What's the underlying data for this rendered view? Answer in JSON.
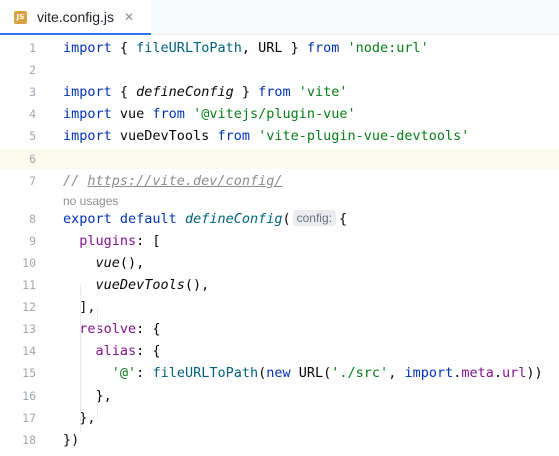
{
  "tab": {
    "icon": "js-file-icon",
    "icon_text": "JS",
    "title": "vite.config.js",
    "close": "✕"
  },
  "codevision": "no usages",
  "lines": [
    {
      "n": "1",
      "tokens": [
        [
          "kw",
          "import"
        ],
        [
          "p",
          " { "
        ],
        [
          "fn",
          "fileURLToPath"
        ],
        [
          "p",
          ", URL } "
        ],
        [
          "kw",
          "from"
        ],
        [
          "p",
          " "
        ],
        [
          "str",
          "'node:url'"
        ]
      ]
    },
    {
      "n": "2",
      "tokens": []
    },
    {
      "n": "3",
      "tokens": [
        [
          "kw",
          "import"
        ],
        [
          "p",
          " { "
        ],
        [
          "ident-i",
          "defineConfig"
        ],
        [
          "p",
          " } "
        ],
        [
          "kw",
          "from"
        ],
        [
          "p",
          " "
        ],
        [
          "str",
          "'vite'"
        ]
      ]
    },
    {
      "n": "4",
      "tokens": [
        [
          "kw",
          "import"
        ],
        [
          "p",
          " vue "
        ],
        [
          "kw",
          "from"
        ],
        [
          "p",
          " "
        ],
        [
          "str",
          "'@vitejs/plugin-vue'"
        ]
      ]
    },
    {
      "n": "5",
      "tokens": [
        [
          "kw",
          "import"
        ],
        [
          "p",
          " vueDevTools "
        ],
        [
          "kw",
          "from"
        ],
        [
          "p",
          " "
        ],
        [
          "str",
          "'vite-plugin-vue-devtools'"
        ]
      ]
    },
    {
      "n": "6",
      "tokens": []
    },
    {
      "n": "7",
      "tokens": [
        [
          "com",
          "// "
        ],
        [
          "com-link",
          "https://vite.dev/config/"
        ]
      ]
    },
    {
      "n": "8",
      "tokens": [
        [
          "kw",
          "export default"
        ],
        [
          "p",
          " "
        ],
        [
          "fn-i",
          "defineConfig"
        ],
        [
          "p",
          "("
        ],
        [
          "hint",
          "config:"
        ],
        [
          "p",
          "{"
        ]
      ]
    },
    {
      "n": "9",
      "tokens": [
        [
          "p",
          "  "
        ],
        [
          "prop",
          "plugins"
        ],
        [
          "p",
          ": ["
        ]
      ]
    },
    {
      "n": "10",
      "tokens": [
        [
          "p",
          "    "
        ],
        [
          "ident-i",
          "vue"
        ],
        [
          "p",
          "(),"
        ]
      ]
    },
    {
      "n": "11",
      "tokens": [
        [
          "p",
          "    "
        ],
        [
          "ident-i",
          "vueDevTools"
        ],
        [
          "p",
          "(),"
        ]
      ]
    },
    {
      "n": "12",
      "tokens": [
        [
          "p",
          "  ],"
        ]
      ]
    },
    {
      "n": "13",
      "tokens": [
        [
          "p",
          "  "
        ],
        [
          "prop",
          "resolve"
        ],
        [
          "p",
          ": {"
        ]
      ]
    },
    {
      "n": "14",
      "tokens": [
        [
          "p",
          "    "
        ],
        [
          "prop",
          "alias"
        ],
        [
          "p",
          ": {"
        ]
      ]
    },
    {
      "n": "15",
      "tokens": [
        [
          "p",
          "      "
        ],
        [
          "str",
          "'@'"
        ],
        [
          "p",
          ": "
        ],
        [
          "fn",
          "fileURLToPath"
        ],
        [
          "p",
          "("
        ],
        [
          "kw",
          "new"
        ],
        [
          "p",
          " URL("
        ],
        [
          "str",
          "'./src'"
        ],
        [
          "p",
          ", "
        ],
        [
          "kw",
          "import"
        ],
        [
          "p",
          "."
        ],
        [
          "prop",
          "meta"
        ],
        [
          "p",
          "."
        ],
        [
          "prop",
          "url"
        ],
        [
          "p",
          "))"
        ]
      ]
    },
    {
      "n": "16",
      "tokens": [
        [
          "p",
          "    },"
        ]
      ]
    },
    {
      "n": "17",
      "tokens": [
        [
          "p",
          "  },"
        ]
      ]
    },
    {
      "n": "18",
      "tokens": [
        [
          "p",
          "})"
        ]
      ]
    }
  ]
}
